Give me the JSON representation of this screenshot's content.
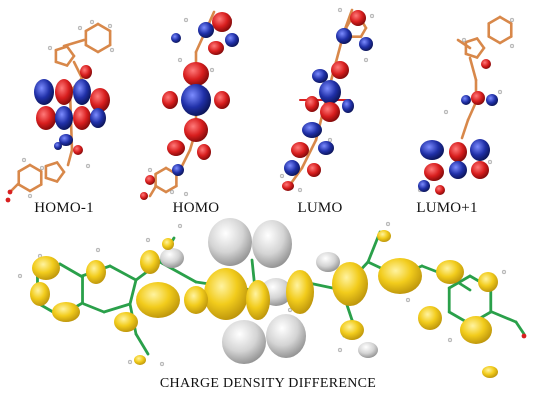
{
  "orbitals": [
    {
      "label": "HOMO-1"
    },
    {
      "label": "HOMO"
    },
    {
      "label": "LUMO"
    },
    {
      "label": "LUMO+1"
    }
  ],
  "charge_density": {
    "label": "CHARGE DENSITY DIFFERENCE"
  },
  "colors": {
    "lobe_positive": "#d81e1e",
    "lobe_negative": "#2030a8",
    "bond_orange": "#d8884a",
    "bond_green": "#2aa04a",
    "density_yellow": "#f2cc1c",
    "density_gray": "#c4c4c4",
    "hydrogen": "#e8e8e8"
  }
}
